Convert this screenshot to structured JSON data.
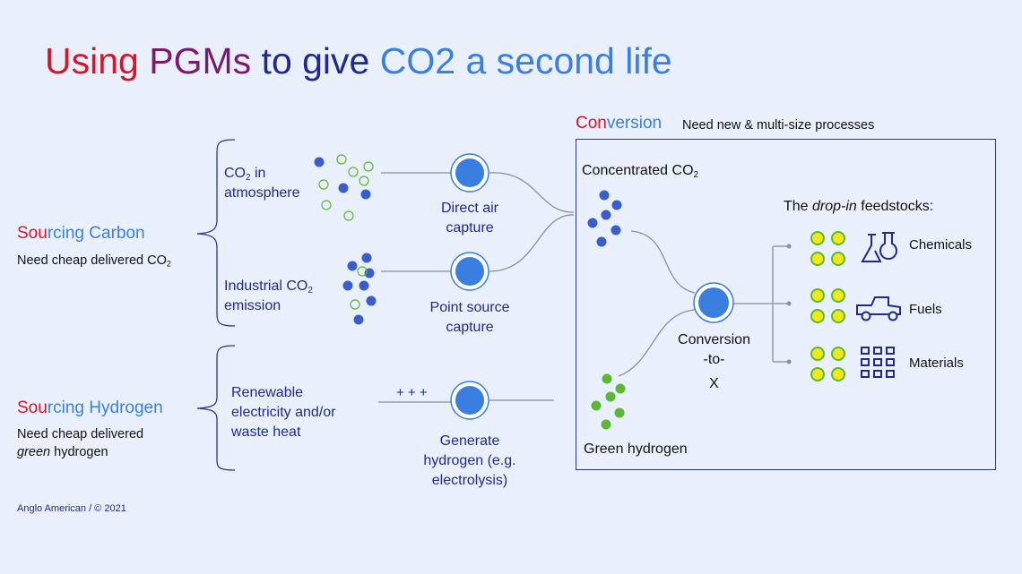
{
  "title": {
    "part1": "Using",
    "part2": "PGMs",
    "part3": "to give",
    "part4": "CO2 a second life"
  },
  "sourcing_carbon": {
    "label_a": "Sou",
    "label_b": "rcing",
    "label_c": "Carbon",
    "sub_pre": "Need cheap delivered CO",
    "sub_num": "2"
  },
  "sourcing_hydrogen": {
    "label_a": "Sou",
    "label_b": "rcing",
    "label_c": "Hydrogen",
    "line1": "Need cheap delivered",
    "line2_em": "green",
    "line2_rest": "hydrogen"
  },
  "atmosphere": {
    "pre": "CO",
    "num": "2",
    "post": " in",
    "line2": "atmosphere"
  },
  "industrial": {
    "pre": "Industrial CO",
    "num": "2",
    "line2": "emission"
  },
  "renewable": {
    "line1": "Renewable",
    "line2": "electricity and/or",
    "line3": "waste heat"
  },
  "plus_signs": "+ + +",
  "direct_air": {
    "line1": "Direct air",
    "line2": "capture"
  },
  "point_source": {
    "line1": "Point source",
    "line2": "capture"
  },
  "generate_h2": {
    "line1": "Generate",
    "line2": "hydrogen  (e.g.",
    "line3": "electrolysis)"
  },
  "conversion_header": {
    "part_a": "Con",
    "part_b": "version",
    "subtitle": "Need new & multi-size processes"
  },
  "concentrated": {
    "pre": "Concentrated CO",
    "num": "2"
  },
  "green_hydrogen": "Green hydrogen",
  "conversion_to_x": {
    "line1": "Conversion",
    "line2": "-to-",
    "line3": "X"
  },
  "feedstocks": {
    "pre": "The ",
    "em": "drop-in",
    "post": " feedstocks:"
  },
  "outputs": {
    "chemicals": "Chemicals",
    "fuels": "Fuels",
    "materials": "Materials"
  },
  "footer": "Anglo American  /  © 2021",
  "colors": {
    "navy": "#1f2a8c",
    "red": "#d4152e",
    "blue": "#3a7fe0",
    "dot_blue": "#3a5ec9",
    "dot_green": "#5cb833",
    "yellow": "#f1e81a",
    "background": "#e9f0fb"
  },
  "icons": [
    "flask-icon",
    "truck-icon",
    "grid-icon",
    "capture-node-icon"
  ]
}
